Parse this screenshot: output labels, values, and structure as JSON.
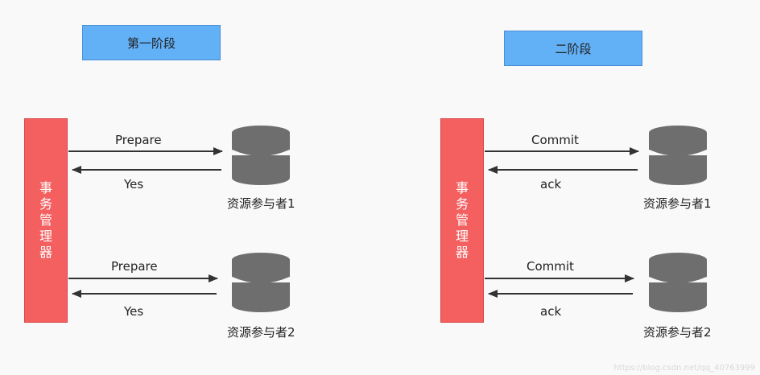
{
  "phase1": {
    "title": "第一阶段",
    "manager_label": [
      "事",
      "务",
      "管",
      "理",
      "器"
    ],
    "flows": [
      {
        "request": "Prepare",
        "response": "Yes",
        "resource": "资源参与者1"
      },
      {
        "request": "Prepare",
        "response": "Yes",
        "resource": "资源参与者2"
      }
    ]
  },
  "phase2": {
    "title": "二阶段",
    "manager_label": [
      "事",
      "务",
      "管",
      "理",
      "器"
    ],
    "flows": [
      {
        "request": "Commit",
        "response": "ack",
        "resource": "资源参与者1"
      },
      {
        "request": "Commit",
        "response": "ack",
        "resource": "资源参与者2"
      }
    ]
  },
  "colors": {
    "phase_title_bg": "#62b0f6",
    "manager_bg": "#f46060",
    "database": "#6e6e6e",
    "arrow": "#333333"
  },
  "icons": [
    "database-icon"
  ],
  "watermark": "https://blog.csdn.net/qq_40763999"
}
